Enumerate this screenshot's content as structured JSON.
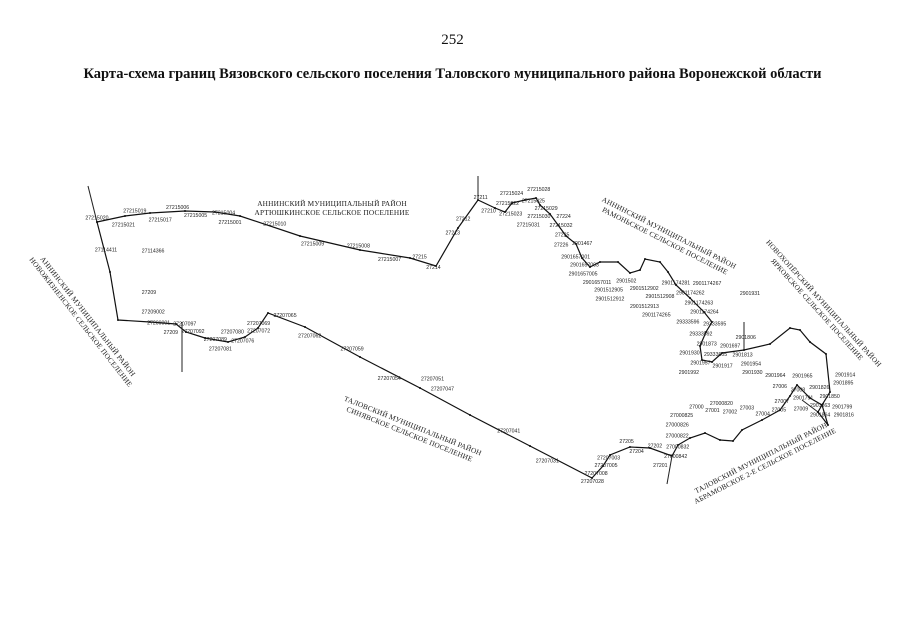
{
  "page_number": "252",
  "title": "Карта-схема границ Вязовского сельского поселения Таловского муниципального района Воронежской области",
  "regions": [
    {
      "line1": "АННИНСКИЙ МУНИЦИПАЛЬНЫЙ РАЙОН",
      "line2": "АРТЮШКИНСКОЕ СЕЛЬСКОЕ ПОСЕЛЕНИЕ"
    },
    {
      "line1": "АННИНСКИЙ МУНИЦИПАЛЬНЫЙ РАЙОН",
      "line2": "РАМОНЬСКОЕ СЕЛЬСКОЕ ПОСЕЛЕНИЕ"
    },
    {
      "line1": "НОВОХОПЁРСКИЙ МУНИЦИПАЛЬНЫЙ РАЙОН",
      "line2": "ЯРКОВСКОЕ СЕЛЬСКОЕ ПОСЕЛЕНИЕ"
    },
    {
      "line1": "ТАЛОВСКИЙ МУНИЦИПАЛЬНЫЙ РАЙОН",
      "line2": "АБРАМОВСКОЕ 2-Е СЕЛЬСКОЕ ПОСЕЛЕНИЕ"
    },
    {
      "line1": "ТАЛОВСКИЙ МУНИЦИПАЛЬНЫЙ РАЙОН",
      "line2": "СИНЯВСКОЕ СЕЛЬСКОЕ ПОСЕЛЕНИЕ"
    },
    {
      "line1": "АННИНСКИЙ МУНИЦИПАЛЬНЫЙ РАЙОН",
      "line2": "НОВОЖИЗНЕНСКОЕ СЕЛЬСКОЕ ПОСЕЛЕНИЕ"
    }
  ],
  "point_labels": [
    "27215020",
    "27215021",
    "27215019",
    "27215017",
    "27215006",
    "27215005",
    "27215004",
    "27215001",
    "27215010",
    "27215009",
    "27215008",
    "27215007",
    "27215",
    "27214",
    "27213",
    "27212",
    "27211",
    "27210",
    "27215022",
    "27215023",
    "27215024",
    "27215025",
    "27215028",
    "27215029",
    "27215030",
    "27215031",
    "27215032",
    "27224",
    "27225",
    "27226",
    "2901467",
    "2901657001",
    "2901657003",
    "2901657005",
    "2901657011",
    "2901502",
    "2901512902",
    "2901512905",
    "2901512908",
    "2901512912",
    "2901512913",
    "2901174281",
    "2901174262",
    "2901174263",
    "2901174264",
    "2901174265",
    "2901174267",
    "29333596",
    "29333595",
    "29333592",
    "2901873",
    "2901930",
    "2901957",
    "2901992",
    "29333605",
    "2901917",
    "2901697",
    "2901813",
    "2901806",
    "2901954",
    "2901931",
    "2901930",
    "2901965",
    "2901964",
    "2901914",
    "2901895",
    "2901850",
    "2901863",
    "2901864",
    "2901791",
    "2901799",
    "2901816",
    "2901826",
    "27009",
    "27008",
    "27007",
    "27006",
    "27005",
    "27004",
    "27003",
    "27002",
    "27001",
    "27000",
    "27000820",
    "27000822",
    "27000825",
    "27000826",
    "27000832",
    "27000842",
    "27201",
    "27202",
    "27204",
    "27205",
    "27207003",
    "27207005",
    "27207008",
    "27207028",
    "27207031",
    "27207041",
    "27207047",
    "27207051",
    "27207054",
    "27207059",
    "27207062",
    "27207065",
    "27207069",
    "27207072",
    "27207076",
    "27207080",
    "27207081",
    "27207089",
    "27207092",
    "27207097",
    "27209",
    "27209001",
    "27209002",
    "27209",
    "27114366",
    "27114411"
  ]
}
